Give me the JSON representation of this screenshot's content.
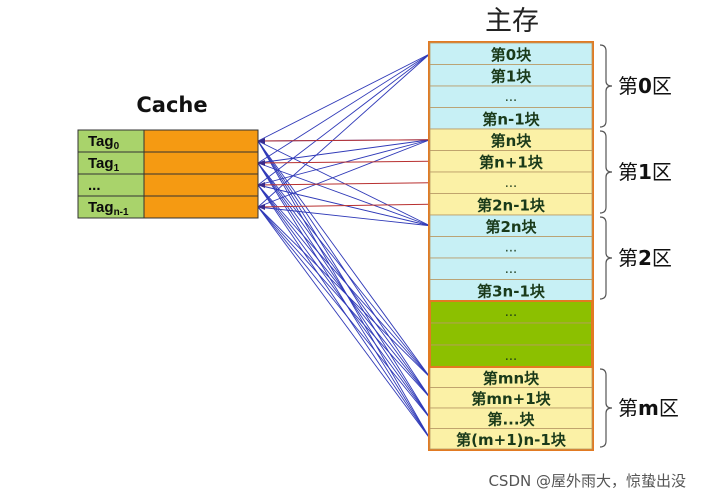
{
  "cache": {
    "title": "Cache",
    "rows": [
      {
        "main": "Tag",
        "sub": "0"
      },
      {
        "main": "Tag",
        "sub": "1"
      },
      {
        "main": "...",
        "sub": ""
      },
      {
        "main": "Tag",
        "sub": "n-1"
      }
    ]
  },
  "memory": {
    "title": "主存",
    "blocks": [
      "第0块",
      "第1块",
      "...",
      "第n-1块",
      "第n块",
      "第n+1块",
      "...",
      "第2n-1块",
      "第2n块",
      "...",
      "...",
      "第3n-1块",
      "...",
      "",
      "...",
      "第mn块",
      "第mn+1块",
      "第...块",
      "第(m+1)n-1块"
    ]
  },
  "zones": [
    {
      "prefix": "第",
      "num": "0",
      "suffix": "区"
    },
    {
      "prefix": "第",
      "num": "1",
      "suffix": "区"
    },
    {
      "prefix": "第",
      "num": "2",
      "suffix": "区"
    },
    {
      "prefix": "第",
      "num": "m",
      "suffix": "区"
    }
  ],
  "colors": {
    "tag_bg": "#a9d36b",
    "cache_data_bg": "#f59a12",
    "zone0_bg": "#c7f0f5",
    "zone1_bg": "#fbf1a6",
    "unknown_bg": "#8cc000",
    "border": "#e27a22",
    "line_red": "#b83030",
    "line_blue": "#303ab8"
  },
  "watermark": "CSDN @屋外雨大，惊蛰出没"
}
